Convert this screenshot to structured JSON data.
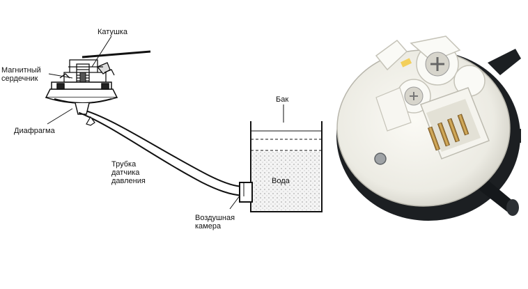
{
  "labels": {
    "coil": "Катушка",
    "magnetic_core": "Магнитный\nсердечник",
    "diaphragm": "Диафрагма",
    "pressure_tube": "Трубка\nдатчика\nдавления",
    "tank": "Бак",
    "water": "Вода",
    "air_chamber": "Воздушная\nкамера"
  },
  "colors": {
    "line": "#111111",
    "water_dots": "#9a9a9a",
    "sensor_body": "#f1f0ea",
    "sensor_ring": "#1c1f22",
    "connector_pins": "#c89a45"
  }
}
